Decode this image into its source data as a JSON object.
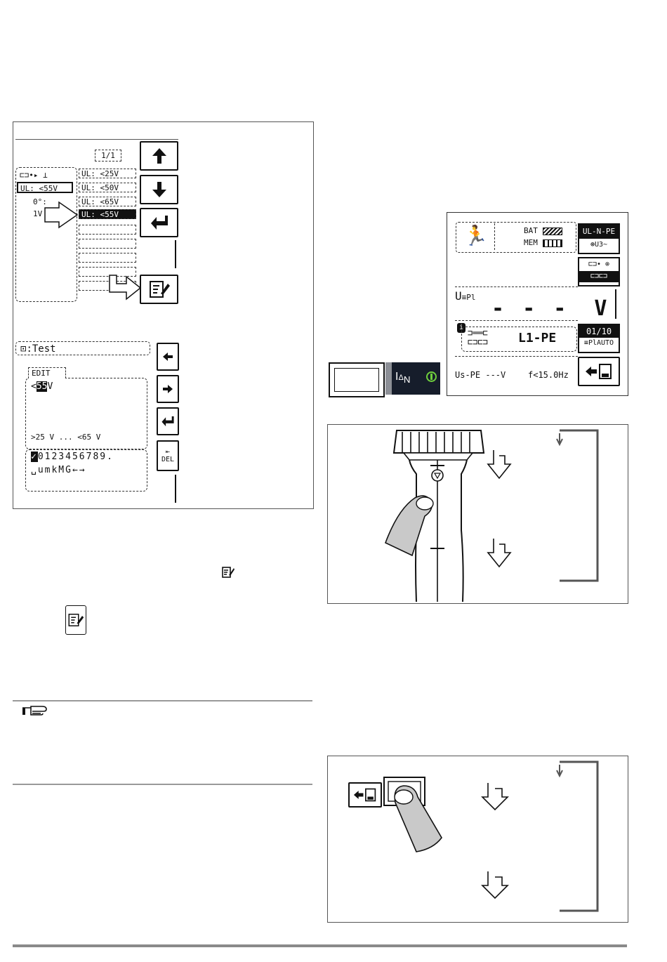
{
  "menu": {
    "page_indicator": "1/1",
    "left_limit_row": "UL: <55V",
    "left_row2": "0°:",
    "left_row3": "1V",
    "options": [
      "UL: <25V",
      "UL: <50V",
      "UL: <65V",
      "UL: <55V"
    ],
    "selected_index": 3
  },
  "editor": {
    "title": "Test",
    "tab_label": "EDIT",
    "value_prefix": "<",
    "value_selected": "55",
    "value_unit": "V",
    "range_text": ">25 V ... <65 V",
    "charset_line1": "0123456789.",
    "charset_line2": "␣umkMG←→",
    "del_label": "DEL"
  },
  "meter": {
    "bat_label": "BAT",
    "mem_label": "MEM",
    "mode_line1": "UL-N-PE",
    "mode_line2": "U3~",
    "u_label": "U",
    "reading": "- - -",
    "reading_unit": "V",
    "connection": "L1-PE",
    "counter": "01/10",
    "auto_label": "AUTO",
    "us_pe": "Us-PE ---V",
    "frequency": "f<15.0Hz"
  },
  "ian_key": {
    "label_main": "I",
    "label_delta": "Δ",
    "label_sub": "N"
  }
}
